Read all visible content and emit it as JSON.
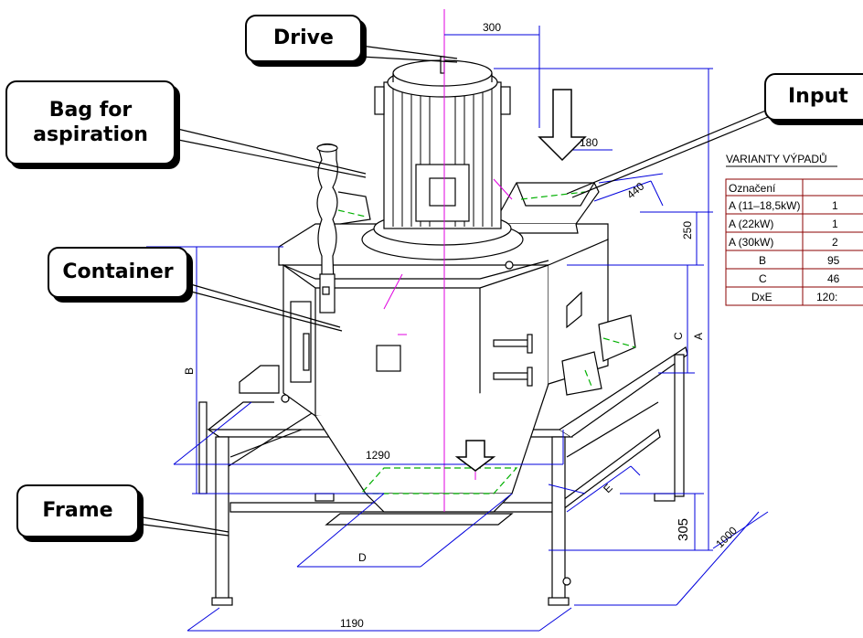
{
  "callouts": {
    "drive": "Drive",
    "bag_line1": "Bag for",
    "bag_line2": "aspiration",
    "input": "Input",
    "container": "Container",
    "frame": "Frame"
  },
  "dimensions": {
    "d300": "300",
    "d180": "180",
    "d440": "440",
    "d250": "250",
    "c": "C",
    "a": "A",
    "b": "B",
    "d1290": "1290",
    "e": "E",
    "d": "D",
    "d305": "305",
    "d1000": "1000",
    "d1190": "1190"
  },
  "table": {
    "title": "VARIANTY VÝPADŮ",
    "header": "Označení",
    "rows": [
      {
        "label": "A (11–18,5kW)",
        "value": "1"
      },
      {
        "label": "A (22kW)",
        "value": "1"
      },
      {
        "label": "A (30kW)",
        "value": "2"
      },
      {
        "label": "B",
        "value": "95"
      },
      {
        "label": "C",
        "value": "46"
      },
      {
        "label": "DxE",
        "value": "120:"
      }
    ]
  }
}
